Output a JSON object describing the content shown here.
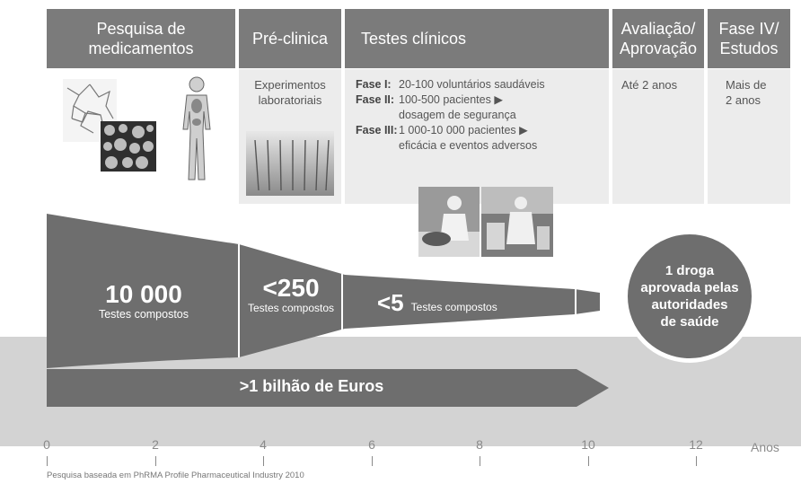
{
  "phases": [
    {
      "key": "pesquisa",
      "title": "Pesquisa de\nmedicamentos"
    },
    {
      "key": "preclinica",
      "title": "Pré-clinica"
    },
    {
      "key": "clinicos",
      "title": "Testes clínicos"
    },
    {
      "key": "avaliacao",
      "title": "Avaliação/\nAprovação"
    },
    {
      "key": "fase4",
      "title": "Fase IV/\nEstudos"
    }
  ],
  "descriptions": {
    "preclinica": "Experimentos\nlaboratoriais",
    "fases": [
      {
        "label": "Fase I:",
        "text": "20-100 voluntários saudáveis"
      },
      {
        "label": "Fase II:",
        "text": "100-500 pacientes ▶"
      },
      {
        "label": "",
        "text": "dosagem de segurança"
      },
      {
        "label": "Fase III:",
        "text": "1 000-10 000 pacientes ▶"
      },
      {
        "label": "",
        "text": "eficácia e eventos adversos"
      }
    ],
    "avaliacao": "Até 2 anos",
    "fase4": "Mais de\n2 anos"
  },
  "funnel": {
    "stage1_count": "10 000",
    "stage1_label": "Testes compostos",
    "stage2_count": "<250",
    "stage2_label": "Testes compostos",
    "stage3_count": "<5",
    "stage3_label": "Testes compostos"
  },
  "result_circle": "1 droga\naprovada pelas\nautoridades\nde saúde",
  "cost_arrow": ">1 bilhão de Euros",
  "axis": {
    "ticks": [
      "0",
      "2",
      "4",
      "6",
      "8",
      "10",
      "12"
    ],
    "unit": "Anos"
  },
  "footnote": "Pesquisa baseada em PhRMA Profile Pharmaceutical Industry 2010",
  "colors": {
    "header": "#7b7b7b",
    "funnel": "#6e6e6e",
    "ground": "#d3d3d3",
    "panel": "#ececec"
  }
}
